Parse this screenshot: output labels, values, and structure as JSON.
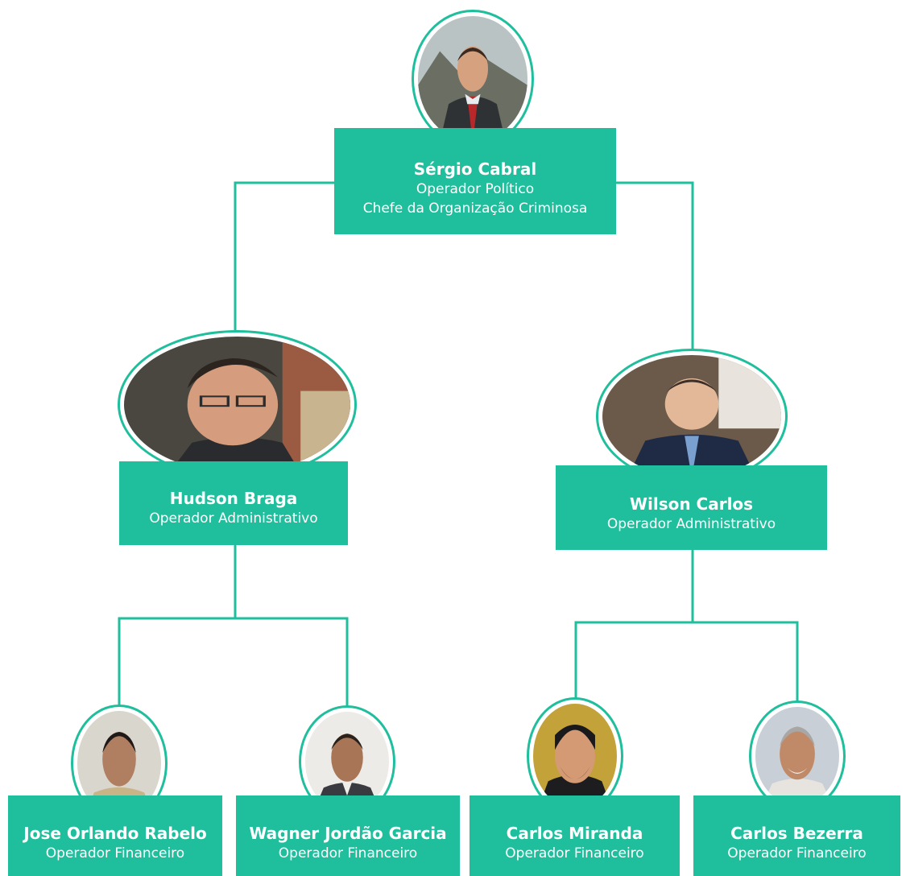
{
  "colors": {
    "accent": "#1fbe9c",
    "line": "#1fbe9c",
    "background": "#ffffff"
  },
  "people": {
    "sergio": {
      "name": "Sérgio Cabral",
      "role1": "Operador Político",
      "role2": "Chefe da Organização Criminosa"
    },
    "hudson": {
      "name": "Hudson Braga",
      "role": "Operador Administrativo"
    },
    "wilson": {
      "name": "Wilson Carlos",
      "role": "Operador Administrativo"
    },
    "jose": {
      "name": "Jose Orlando Rabelo",
      "role": "Operador Financeiro"
    },
    "wagner": {
      "name": "Wagner Jordão Garcia",
      "role": "Operador Financeiro"
    },
    "miranda": {
      "name": "Carlos Miranda",
      "role": "Operador Financeiro"
    },
    "bezerra": {
      "name": "Carlos Bezerra",
      "role": "Operador Financeiro"
    }
  }
}
